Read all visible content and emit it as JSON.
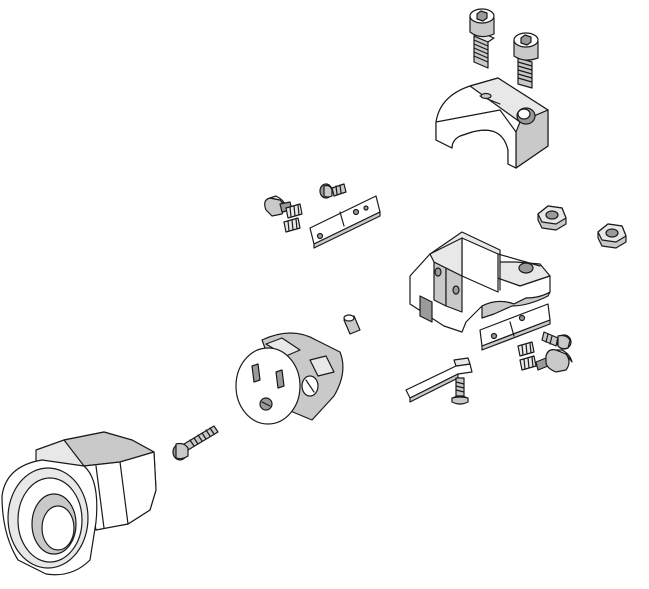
{
  "diagram": {
    "kind": "exploded-assembly",
    "line_color": "#1a1a1a",
    "fill_colors": {
      "light": "#ffffff",
      "mid": "#e8e8e8",
      "dark": "#c9c9c9",
      "shadow": "#9a9a9a"
    },
    "parts": [
      "socket-head-cap-screw",
      "socket-head-cap-screw",
      "clamp-cap",
      "phillips-screw",
      "thumb-screw",
      "set-screw",
      "set-screw",
      "terminal-strip",
      "hex-nut",
      "hex-nut",
      "clamp-body",
      "dowel-pin",
      "terminal-strip",
      "phillips-screw",
      "set-screw",
      "set-screw",
      "thumb-screw",
      "bent-contact-strip",
      "phillips-screw",
      "receptacle-insert",
      "long-machine-screw",
      "octagonal-housing"
    ]
  }
}
